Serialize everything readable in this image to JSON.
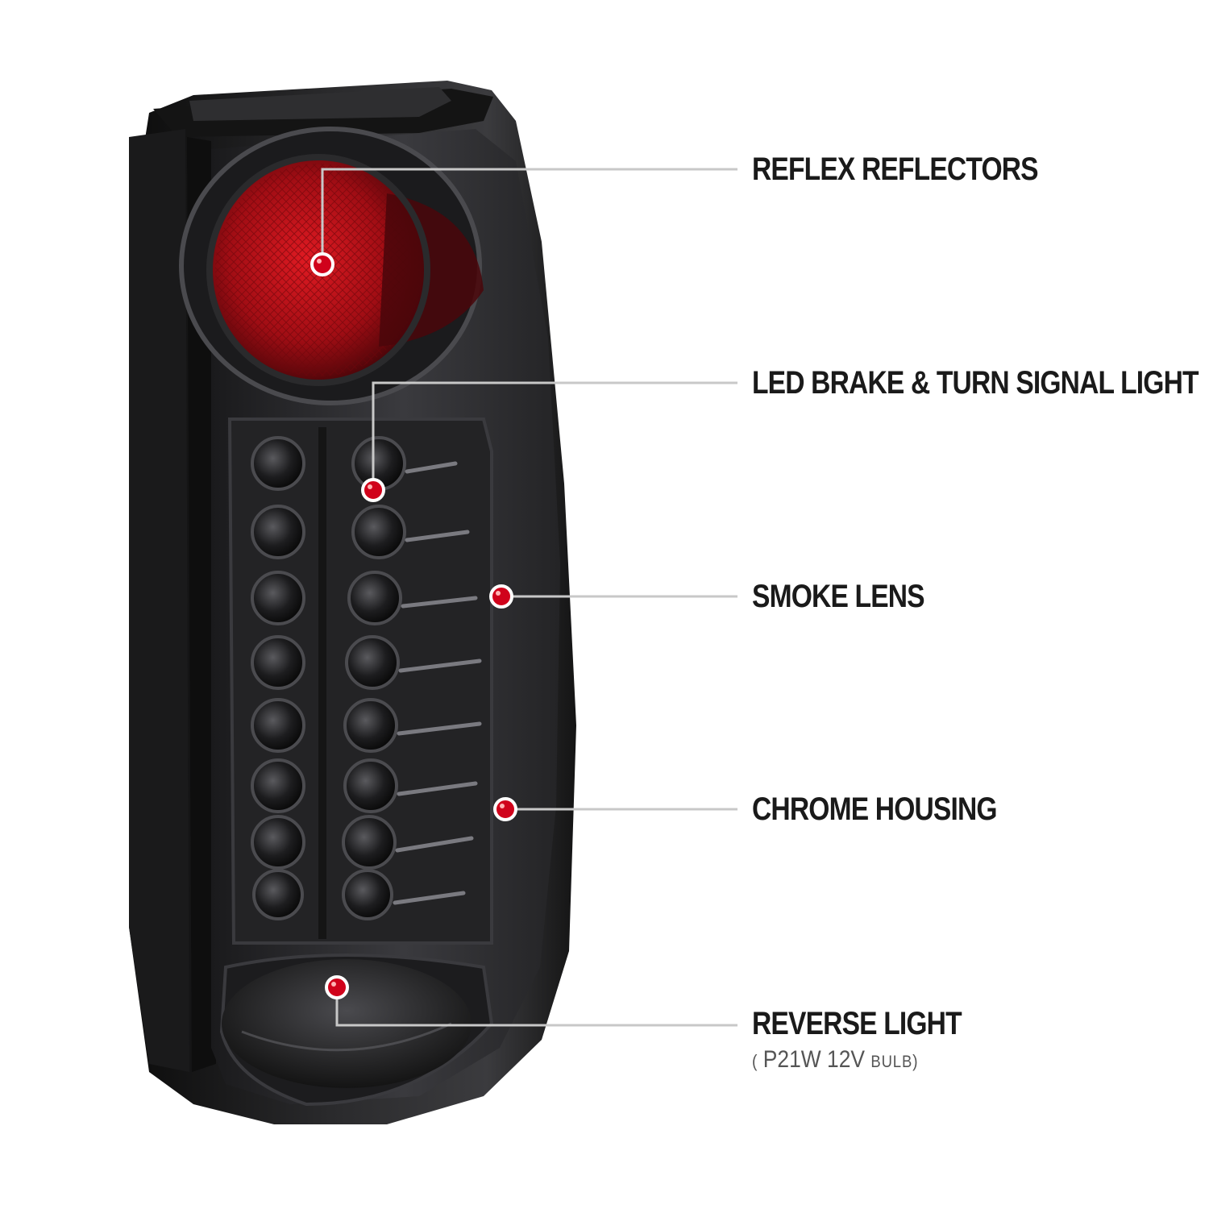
{
  "callouts": {
    "reflex": {
      "label": "REFLEX REFLECTORS"
    },
    "led": {
      "label": "LED BRAKE & TURN SIGNAL LIGHT"
    },
    "smoke": {
      "label": "SMOKE LENS"
    },
    "chrome": {
      "label": "CHROME HOUSING"
    },
    "reverse": {
      "label": "REVERSE LIGHT",
      "note": {
        "open": "(",
        "part": "P21W",
        "voltage": "12V",
        "unit": "BULB",
        "close": ")"
      }
    }
  },
  "colors": {
    "marker": "#d0021b",
    "leader_line": "#c8c8c8",
    "text": "#1a1a1a"
  },
  "icons": {
    "product": "tail-light-assembly",
    "marker": "red-dot-marker"
  }
}
